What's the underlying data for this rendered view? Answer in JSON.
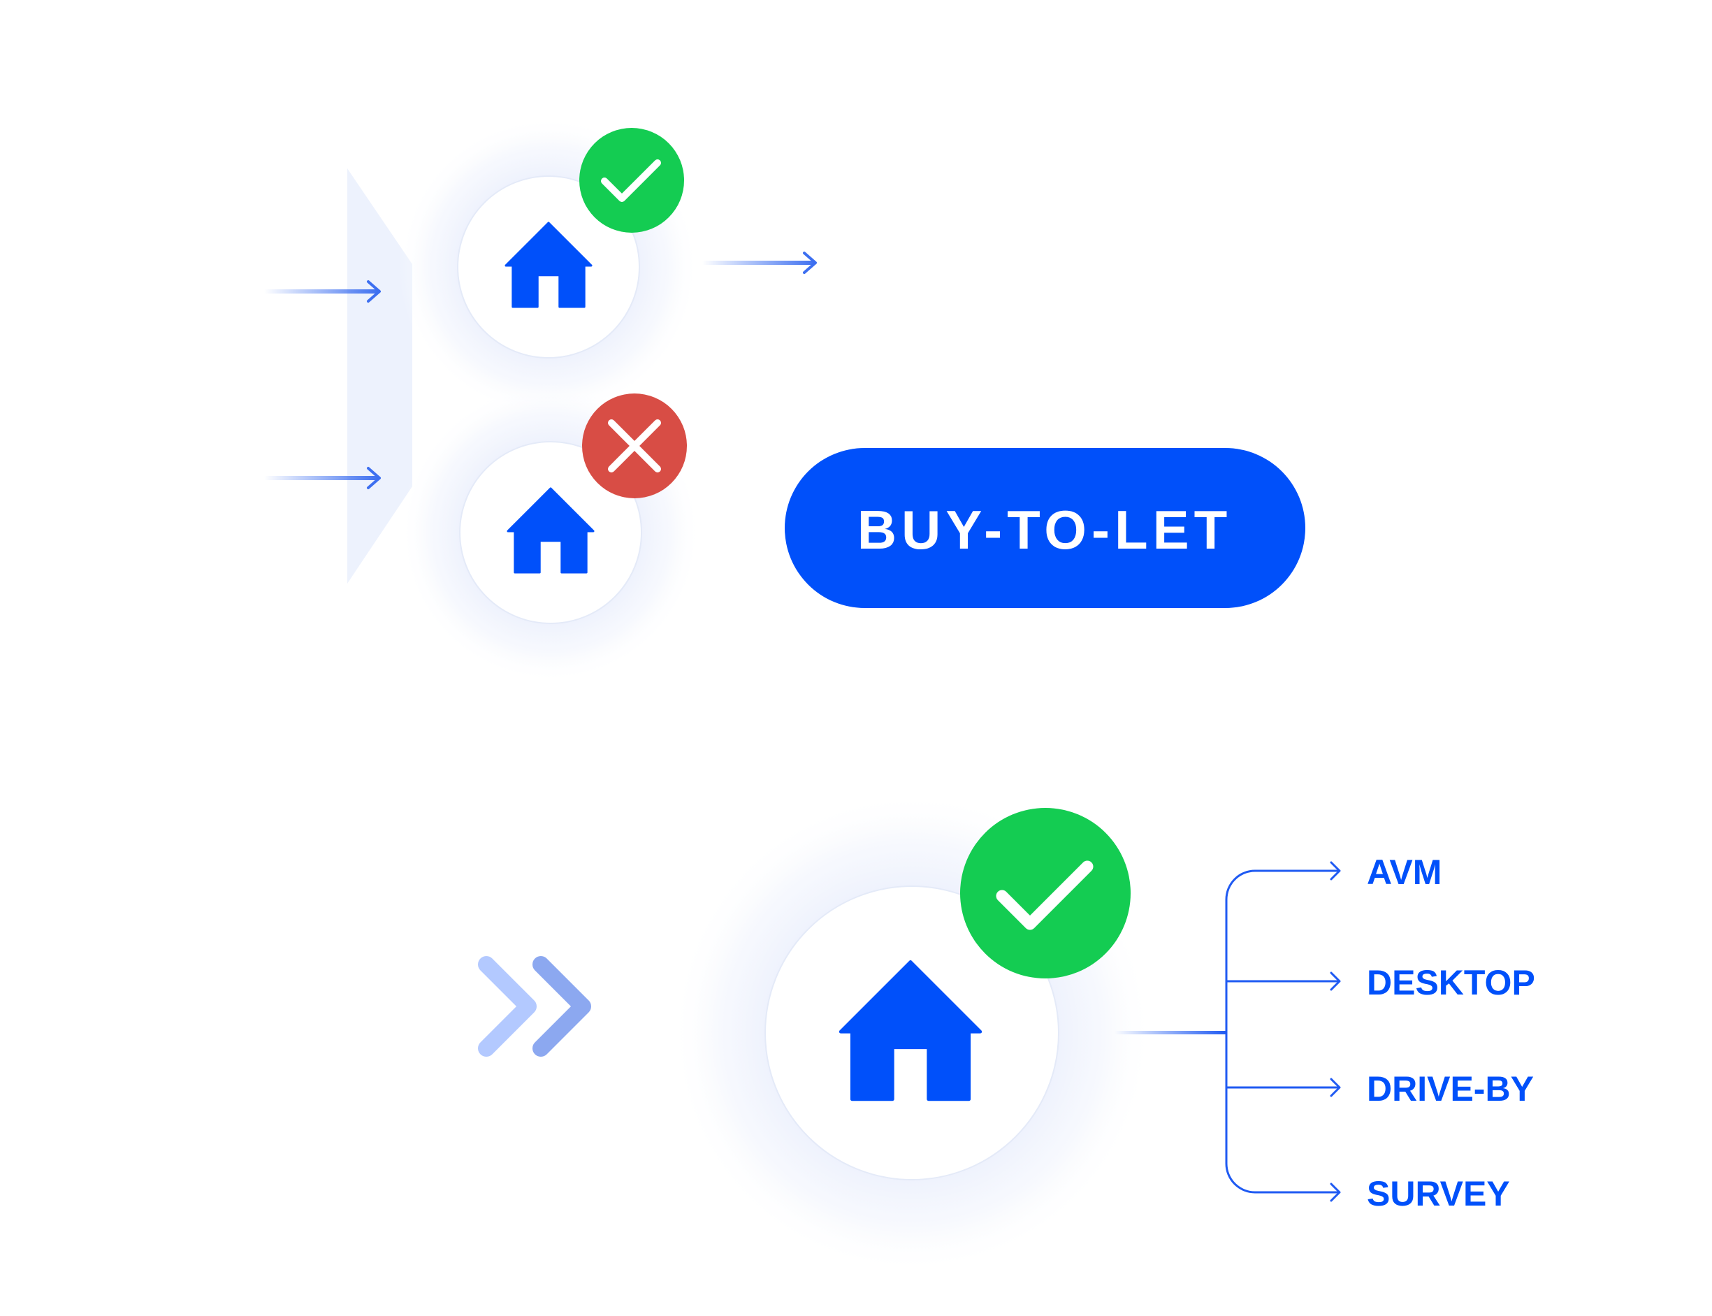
{
  "product": {
    "label": "BUY-TO-LET"
  },
  "valuation_methods": [
    {
      "label": "AVM"
    },
    {
      "label": "DESKTOP"
    },
    {
      "label": "DRIVE-BY"
    },
    {
      "label": "SURVEY"
    }
  ],
  "properties": [
    {
      "status": "approved"
    },
    {
      "status": "rejected"
    },
    {
      "status": "approved"
    }
  ],
  "icons": {
    "property": "house-icon",
    "approved": "checkmark-icon",
    "rejected": "cross-icon",
    "forward": "double-chevron-right-icon",
    "arrow": "arrow-right-icon"
  },
  "colors": {
    "brand_blue": "#0050FA",
    "approved_green": "#14CC52",
    "rejected_red": "#D84D45",
    "chevron_light": "#B3C9FF",
    "chevron_mid": "#8CA8F0",
    "panel": "#EDF2FD",
    "arrow_blue": "#3D6FF0"
  }
}
